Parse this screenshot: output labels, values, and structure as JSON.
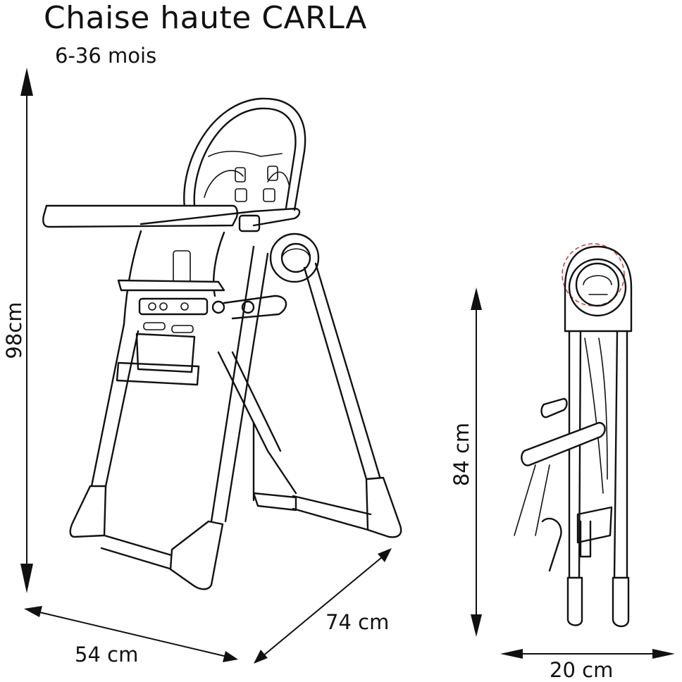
{
  "header": {
    "title": "Chaise haute CARLA",
    "subtitle": "6-36 mois"
  },
  "dimensions": {
    "height_open": "98cm",
    "height_folded": "84 cm",
    "width": "54 cm",
    "depth": "74 cm",
    "folded_depth": "20 cm"
  },
  "colors": {
    "line": "#111111",
    "highlight": "#d04040",
    "background": "#ffffff"
  }
}
